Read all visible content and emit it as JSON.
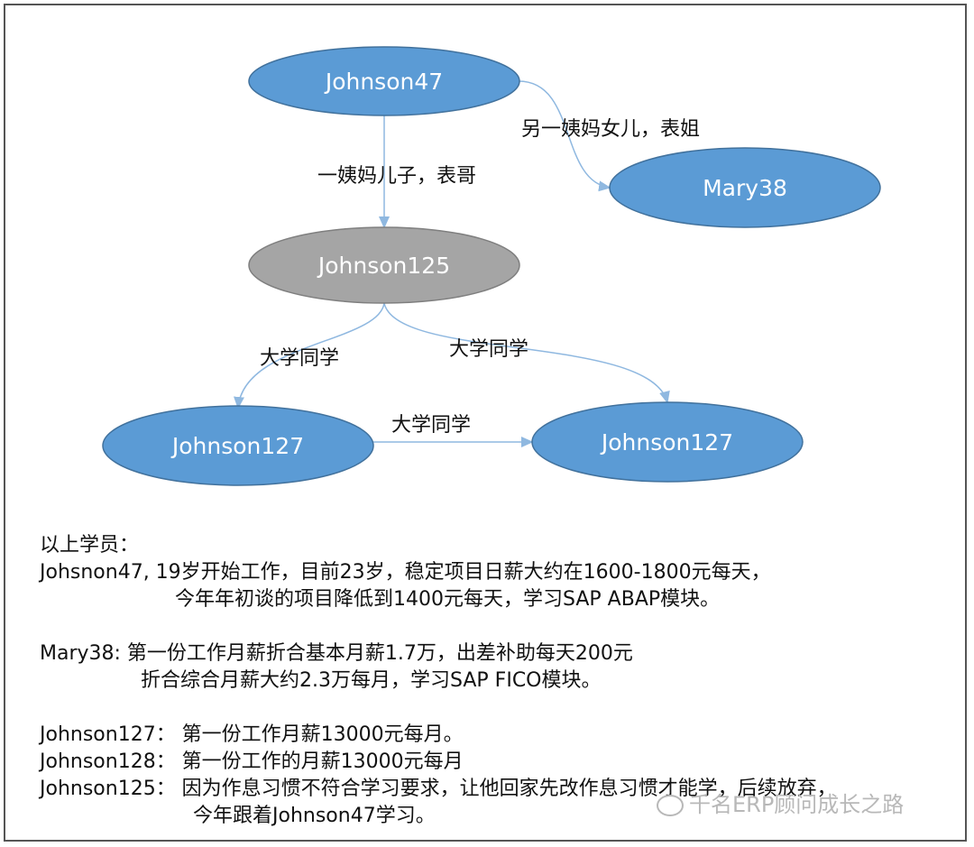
{
  "nodes": {
    "johnson47": {
      "label": "Johnson47"
    },
    "mary38": {
      "label": "Mary38"
    },
    "johnson125": {
      "label": "Johnson125"
    },
    "johnson127_left": {
      "label": "Johnson127"
    },
    "johnson127_right": {
      "label": "Johnson127"
    }
  },
  "edges": {
    "j47_to_mary38": "另一姨妈女儿，表姐",
    "j47_to_j125": "一姨妈儿子，表哥",
    "j125_to_j127_left": "大学同学",
    "j125_to_j127_right": "大学同学",
    "j127_to_j127": "大学同学"
  },
  "notes": {
    "heading": "以上学员：",
    "j47_line1": "Johsnon47, 19岁开始工作，目前23岁，稳定项目日薪大约在1600-1800元每天，",
    "j47_line2": "今年年初谈的项目降低到1400元每天，学习SAP ABAP模块。",
    "mary_line1": "Mary38: 第一份工作月薪折合基本月薪1.7万，出差补助每天200元",
    "mary_line2": "折合综合月薪大约2.3万每月，学习SAP FICO模块。",
    "j127_line": "Johnson127：  第一份工作月薪13000元每月。",
    "j128_line": "Johnson128：  第一份工作的月薪13000元每月",
    "j125_line1": "Johnson125：  因为作息习惯不符合学习要求，让他回家先改作息习惯才能学，后续放弃，",
    "j125_line2": "今年跟着Johnson47学习。"
  },
  "watermark": "千名ERP顾问成长之路",
  "colors": {
    "node_blue": "#5b9bd5",
    "node_gray": "#a5a5a5",
    "node_stroke": "#41719c",
    "edge": "#8fb8e0"
  }
}
